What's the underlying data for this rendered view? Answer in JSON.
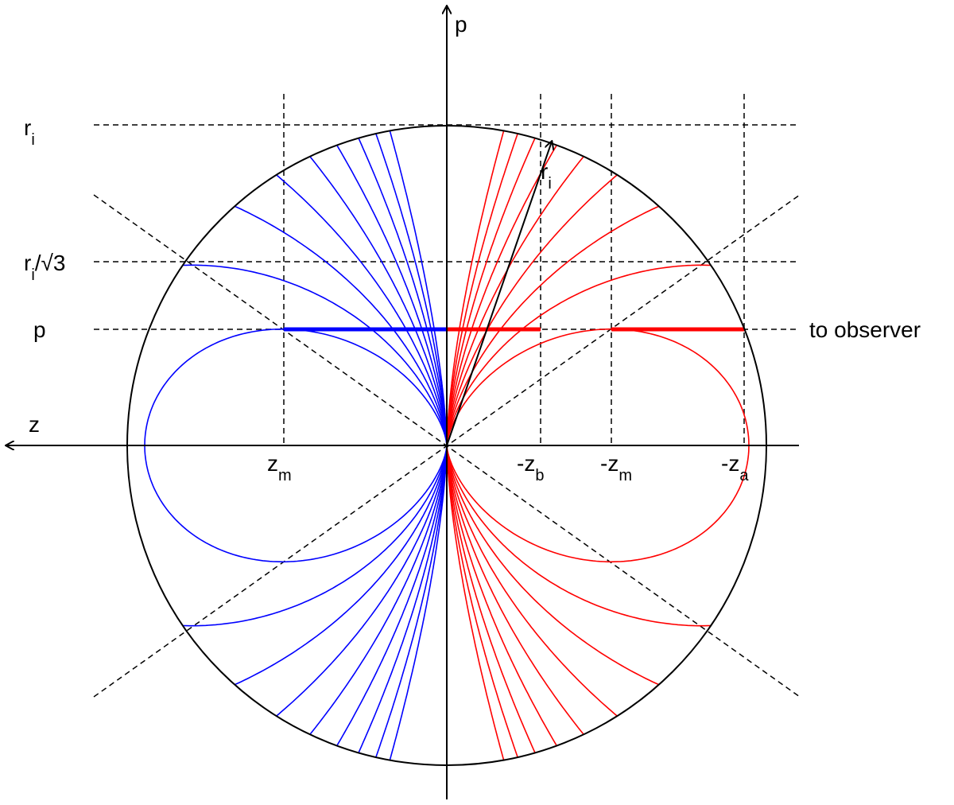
{
  "labels": {
    "p_axis": "p",
    "z_axis": "z",
    "r_i_left": {
      "main": "r",
      "sub": "i"
    },
    "r_i_arrow": {
      "main": "r",
      "sub": "i"
    },
    "r_i_sqrt3": {
      "main": "r",
      "sub": "i",
      "rest": "/√3"
    },
    "p_level": "p",
    "to_observer": "to observer",
    "z_m": {
      "main": "z",
      "sub": "m"
    },
    "neg_z_b": {
      "main": "-z",
      "sub": "b"
    },
    "neg_z_m": {
      "main": "-z",
      "sub": "m"
    },
    "neg_z_a": {
      "main": "-z",
      "sub": "a"
    }
  },
  "colors": {
    "approaching": "#0000ff",
    "receding": "#ff0000",
    "guides": "#000000"
  },
  "field_lines": {
    "shells_per_side": 9,
    "curve": "dipole"
  }
}
